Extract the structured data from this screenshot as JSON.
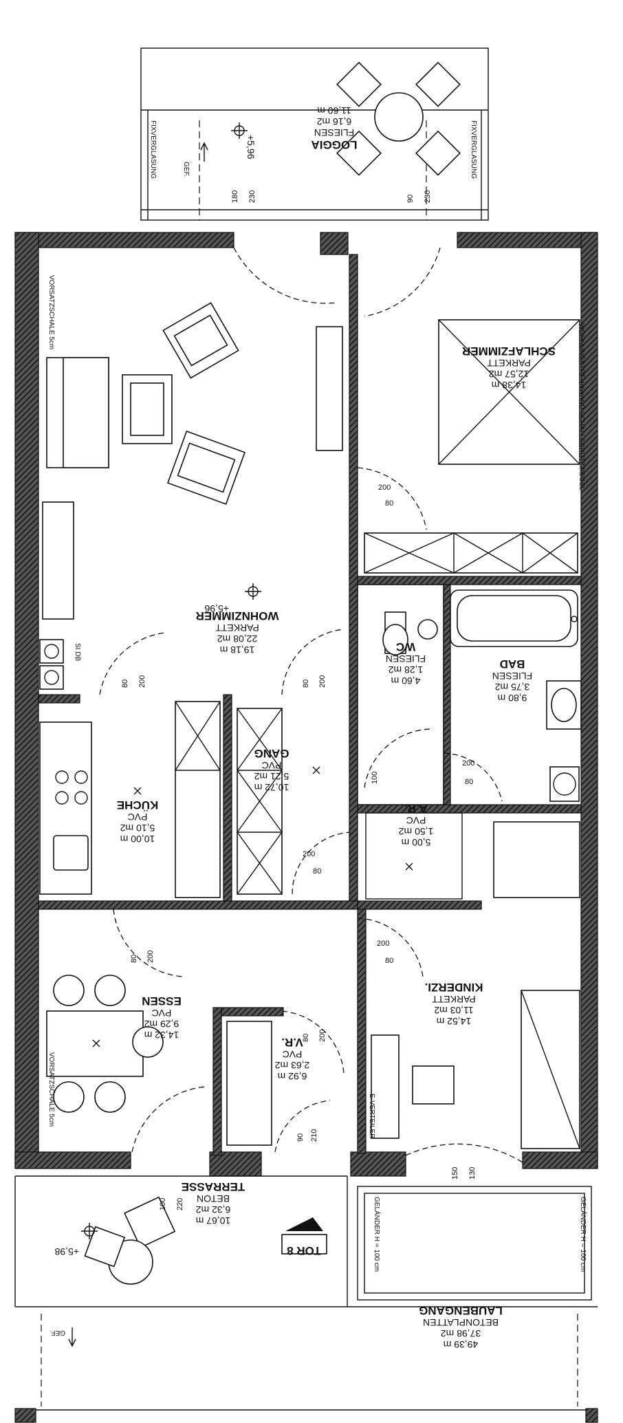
{
  "rooms": {
    "loggia": {
      "name": "LOGGIA",
      "floor": "FLIESEN",
      "area": "6,16 m2",
      "perimeter": "11,60  m"
    },
    "schlafzimmer": {
      "name": "SCHLAFZIMMER",
      "floor": "PARKETT",
      "area": "12,57 m2",
      "perimeter": "14,38  m"
    },
    "wohnzimmer": {
      "name": "WOHNZIMMER",
      "floor": "PARKETT",
      "area": "22,08 m2",
      "perimeter": "19,18  m"
    },
    "wc": {
      "name": "WC",
      "floor": "FLIESEN",
      "area": "1,28 m2",
      "perimeter": "4,60 m"
    },
    "bad": {
      "name": "BAD",
      "floor": "FLIESEN",
      "area": "3,75 m2",
      "perimeter": "9,80  m"
    },
    "kueche": {
      "name": "KÜCHE",
      "floor": "PVC",
      "area": "5,10 m2",
      "perimeter": "10,00  m"
    },
    "gang": {
      "name": "GANG",
      "floor": "PVC",
      "area": "5,21 m2",
      "perimeter": "10,72  m"
    },
    "ar": {
      "name": "A.R.",
      "floor": "PVC",
      "area": "1,50 m2",
      "perimeter": "5,00  m"
    },
    "essen": {
      "name": "ESSEN",
      "floor": "PVC",
      "area": "9,29 m2",
      "perimeter": "14,32  m"
    },
    "vr": {
      "name": "V.R.",
      "floor": "PVC",
      "area": "2,63 m2",
      "perimeter": "6,92  m"
    },
    "kinderzi": {
      "name": "KINDERZI.",
      "floor": "PARKETT",
      "area": "11,03 m2",
      "perimeter": "14,52  m"
    },
    "terrasse": {
      "name": "TERRASSE",
      "floor": "BETON",
      "area": "6,32 m2",
      "perimeter": "10,67  m"
    },
    "laubengang": {
      "name": "LAUBENGANG",
      "floor": "BETONPLATTEN",
      "area": "37,98 m2",
      "perimeter": "49,39  m"
    }
  },
  "labels": {
    "fixverglasung": "FIXVERGLASUNG",
    "gef": "GEF.",
    "vorsatzschale": "VORSATZSCHALE 5cm",
    "wohnungstrennwand": "WOHNUNGSTRENNWAND SCHALLSCHUTZZIEGEL",
    "gelaender": "GELÄNDER H = 100 cm",
    "tor": "TOR 8",
    "evert": "E-VERTEILER",
    "sidb": "SI DB",
    "level_loggia": "+5,96",
    "level_wohn": "+5,96",
    "level_terr": "+5,98"
  },
  "dims": {
    "d180": "180",
    "d230": "230",
    "d90": "90",
    "d200": "200",
    "d80": "80",
    "d150": "150",
    "d130": "130",
    "d100": "100",
    "d220": "220",
    "d210": "210"
  }
}
